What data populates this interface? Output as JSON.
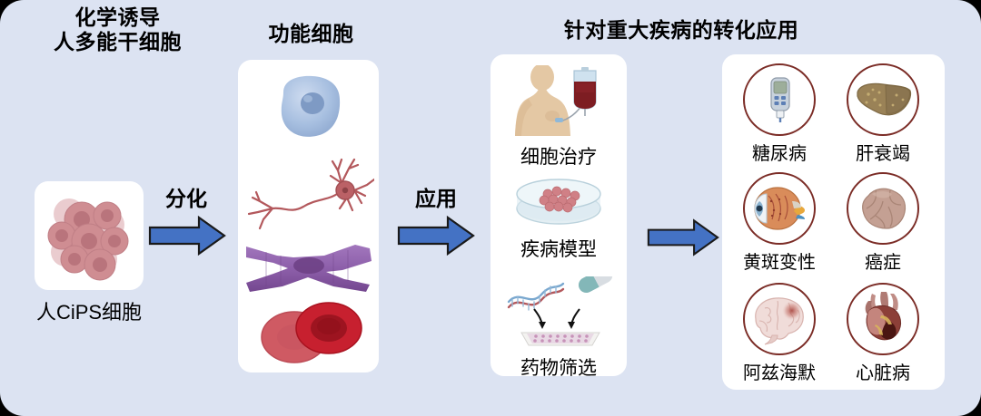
{
  "figure": {
    "background_color": "#dce3f2",
    "card_color": "#ffffff",
    "arrow_color": "#4472c4",
    "circle_border_color": "#7b2c26"
  },
  "headings": {
    "stage1": "化学诱导\n人多能干细胞",
    "stage1_line1": "化学诱导",
    "stage1_line2": "人多能干细胞",
    "stage2": "功能细胞",
    "stage3": "针对重大疾病的转化应用"
  },
  "source": {
    "caption": "人CiPS细胞",
    "icon": "ips-cell-colony-icon"
  },
  "arrows": [
    {
      "name": "differentiation-arrow",
      "label": "分化"
    },
    {
      "name": "application-arrow",
      "label": "应用"
    },
    {
      "name": "translation-arrow",
      "label": ""
    }
  ],
  "functional_cells": [
    {
      "name": "islet-beta-cell-icon",
      "color": "#9bb5dd"
    },
    {
      "name": "neuron-cell-icon",
      "color": "#b5555a"
    },
    {
      "name": "cardiomyocyte-cell-icon",
      "color": "#8e5fa8"
    },
    {
      "name": "red-blood-cell-icon",
      "color": "#c8313c"
    }
  ],
  "applications": [
    {
      "label": "细胞治疗",
      "icon": "patient-iv-infusion-icon"
    },
    {
      "label": "疾病模型",
      "icon": "petri-dish-icon"
    },
    {
      "label": "药物筛选",
      "icon": "dna-capsule-wellplate-icon"
    }
  ],
  "diseases": [
    {
      "label": "糖尿病",
      "icon": "glucose-meter-icon"
    },
    {
      "label": "肝衰竭",
      "icon": "liver-icon"
    },
    {
      "label": "黄斑变性",
      "icon": "eyeball-icon"
    },
    {
      "label": "癌症",
      "icon": "tumor-mass-icon"
    },
    {
      "label": "阿兹海默",
      "icon": "brain-icon"
    },
    {
      "label": "心脏病",
      "icon": "heart-icon"
    }
  ]
}
